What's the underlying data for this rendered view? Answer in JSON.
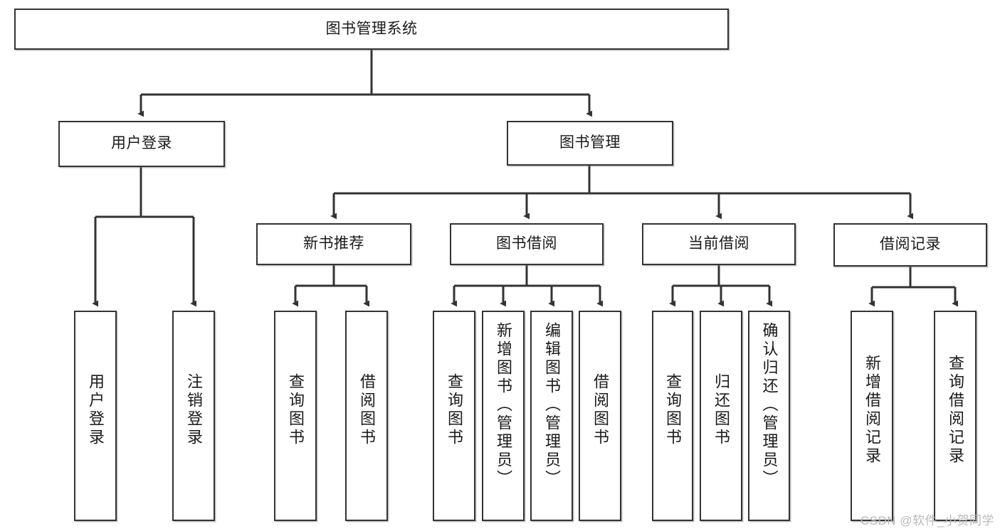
{
  "diagram": {
    "type": "tree-hierarchy-chart",
    "title": "图书管理系统",
    "orientation": "top-down",
    "colors": {
      "box_border": "#333333",
      "box_fill": "#ffffff",
      "connector": "#333333",
      "text": "#1a1a1a",
      "watermark": "#b9b9b9",
      "background": "#ffffff"
    },
    "root": {
      "id": "root",
      "label": "图书管理系统"
    },
    "level2": [
      {
        "id": "user-login",
        "label": "用户登录"
      },
      {
        "id": "book-manage",
        "label": "图书管理"
      }
    ],
    "level3": [
      {
        "id": "new-book-recommend",
        "label": "新书推荐",
        "parent": "book-manage"
      },
      {
        "id": "book-borrow",
        "label": "图书借阅",
        "parent": "book-manage"
      },
      {
        "id": "current-borrow",
        "label": "当前借阅",
        "parent": "book-manage"
      },
      {
        "id": "borrow-record",
        "label": "借阅记录",
        "parent": "book-manage"
      }
    ],
    "leaves": {
      "user_login": [
        {
          "id": "leaf-user-login",
          "label": "用户登录"
        },
        {
          "id": "leaf-logout-login",
          "label": "注销登录"
        }
      ],
      "new_book_recommend": [
        {
          "id": "leaf-query-book-1",
          "label": "查询图书"
        },
        {
          "id": "leaf-borrow-book-1",
          "label": "借阅图书"
        }
      ],
      "book_borrow": [
        {
          "id": "leaf-query-book-2",
          "label": "查询图书"
        },
        {
          "id": "leaf-add-book",
          "label": "新增图书（管理员）"
        },
        {
          "id": "leaf-edit-book",
          "label": "编辑图书（管理员）"
        },
        {
          "id": "leaf-borrow-book-2",
          "label": "借阅图书"
        }
      ],
      "current_borrow": [
        {
          "id": "leaf-query-book-3",
          "label": "查询图书"
        },
        {
          "id": "leaf-return-book",
          "label": "归还图书"
        },
        {
          "id": "leaf-confirm-return",
          "label": "确认归还（管理员）"
        }
      ],
      "borrow_record": [
        {
          "id": "leaf-add-record",
          "label": "新增借阅记录"
        },
        {
          "id": "leaf-query-record",
          "label": "查询借阅记录"
        }
      ]
    },
    "watermark": "CSDN @软件_小贺同学"
  }
}
